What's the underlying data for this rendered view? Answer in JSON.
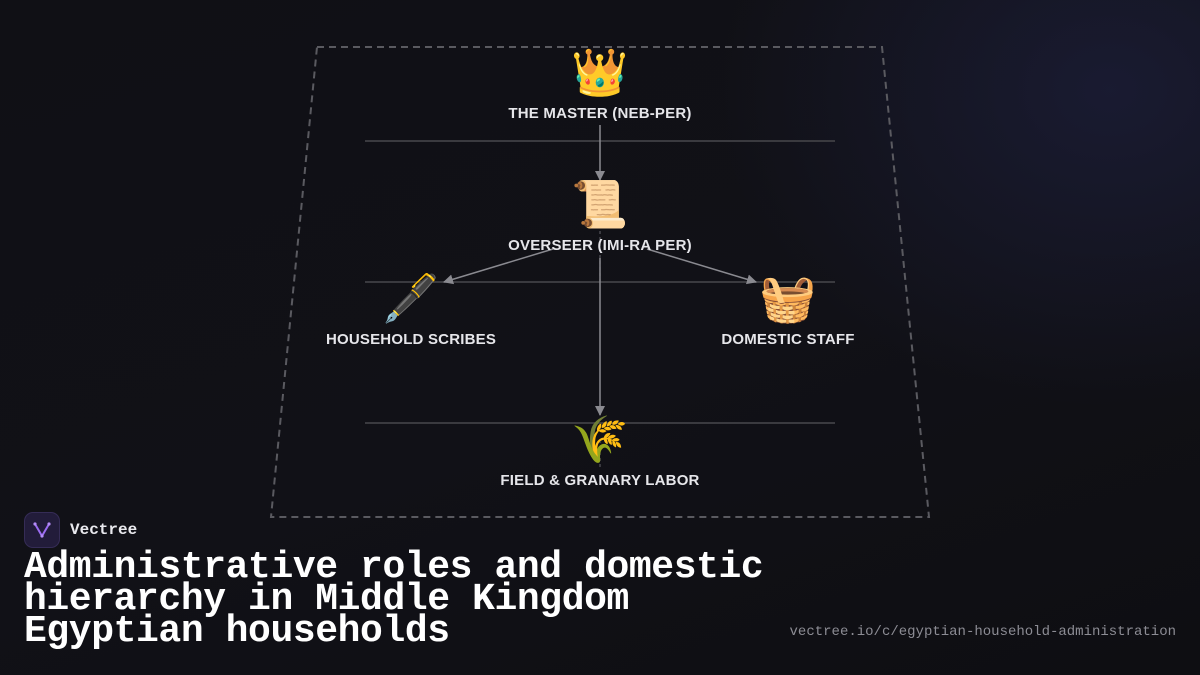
{
  "brand": {
    "name": "Vectree",
    "logo_icon": "vectree-logo-icon",
    "accent": "#9b6cf0"
  },
  "title": "Administrative roles and domestic hierarchy in Middle Kingdom Egyptian households",
  "url": "vectree.io/c/egyptian-household-administration",
  "diagram": {
    "frame_style": "dashed trapezoid",
    "nodes": [
      {
        "id": "master",
        "label": "THE MASTER (NEB-PER)",
        "icon": "crown-icon",
        "glyph": "👑"
      },
      {
        "id": "overseer",
        "label": "OVERSEER (IMI-RA PER)",
        "icon": "scroll-icon",
        "glyph": "📜"
      },
      {
        "id": "scribes",
        "label": "HOUSEHOLD SCRIBES",
        "icon": "fountain-pen-icon",
        "glyph": "🖋️"
      },
      {
        "id": "staff",
        "label": "DOMESTIC STAFF",
        "icon": "basket-icon",
        "glyph": "🧺"
      },
      {
        "id": "labor",
        "label": "FIELD & GRANARY LABOR",
        "icon": "wheat-sheaf-icon",
        "glyph": "🌾"
      }
    ],
    "edges": [
      {
        "from": "master",
        "to": "overseer"
      },
      {
        "from": "overseer",
        "to": "scribes"
      },
      {
        "from": "overseer",
        "to": "staff"
      },
      {
        "from": "overseer",
        "to": "labor"
      }
    ],
    "colors": {
      "frame": "#5a5a60",
      "rule": "#3a3a3f",
      "arrow": "#8a8a90",
      "label": "#e6e6ea"
    }
  }
}
